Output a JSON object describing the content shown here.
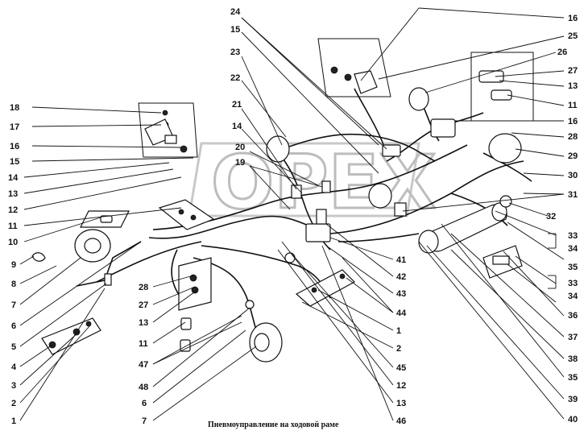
{
  "caption": "Пневмоуправление на ходовой раме",
  "watermark": "OPEX",
  "callouts": {
    "left": [
      "18",
      "17",
      "16",
      "15",
      "14",
      "13",
      "12",
      "11",
      "10",
      "9",
      "8",
      "7",
      "6",
      "5",
      "4",
      "3",
      "2",
      "1"
    ],
    "top": [
      "24",
      "15",
      "23",
      "22",
      "21",
      "14",
      "20",
      "19"
    ],
    "right": [
      "16",
      "25",
      "26",
      "27",
      "13",
      "11",
      "16",
      "28",
      "29",
      "30",
      "31",
      "32",
      "33",
      "34",
      "35",
      "33",
      "34",
      "36",
      "37",
      "38",
      "35",
      "39",
      "40"
    ],
    "center": [
      "41",
      "42",
      "43",
      "44",
      "1",
      "2",
      "45",
      "12",
      "13",
      "46"
    ],
    "lower_left": [
      "28",
      "27",
      "13",
      "11",
      "47",
      "48",
      "6",
      "7"
    ]
  }
}
